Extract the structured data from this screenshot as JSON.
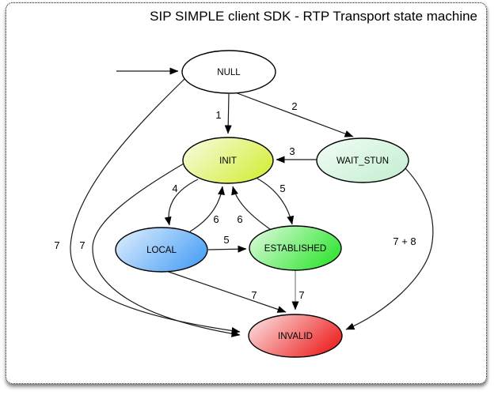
{
  "title": "SIP SIMPLE client SDK - RTP Transport state machine",
  "colors": {
    "edge": "#1a1a1a",
    "muted_edge": "#848484",
    "arrowhead": "#000000"
  },
  "diagram": {
    "states": {
      "null_state": {
        "label": "NULL",
        "fill_start": "#ffffff",
        "fill_end": "#ffffff",
        "stroke": "#000000"
      },
      "init": {
        "label": "INIT",
        "fill_start": "#fafce6",
        "fill_end": "#d7ee45",
        "stroke": "#000000"
      },
      "wait_stun": {
        "label": "WAIT_STUN",
        "fill_start": "#f3fdf6",
        "fill_end": "#c5efd2",
        "stroke": "#000000"
      },
      "local": {
        "label": "LOCAL",
        "fill_start": "#e4f1fd",
        "fill_end": "#57a6f6",
        "stroke": "#000000"
      },
      "established": {
        "label": "ESTABLISHED",
        "fill_start": "#e5fce5",
        "fill_end": "#3ee63e",
        "stroke": "#000000"
      },
      "invalid": {
        "label": "INVALID",
        "fill_start": "#fce8e8",
        "fill_end": "#ee2f2f",
        "stroke": "#000000"
      }
    },
    "transitions": {
      "start_to_null": "",
      "null_to_init": "1",
      "null_to_wait_stun": "2",
      "wait_stun_to_init": "3",
      "init_to_local": "4",
      "init_to_established": "5",
      "local_to_init": "6",
      "established_to_init": "6",
      "local_to_established": "5",
      "local_to_invalid": "7",
      "established_to_invalid": "7",
      "null_to_invalid": "7",
      "init_to_invalid": "7",
      "wait_stun_to_invalid": "7 + 8"
    }
  }
}
